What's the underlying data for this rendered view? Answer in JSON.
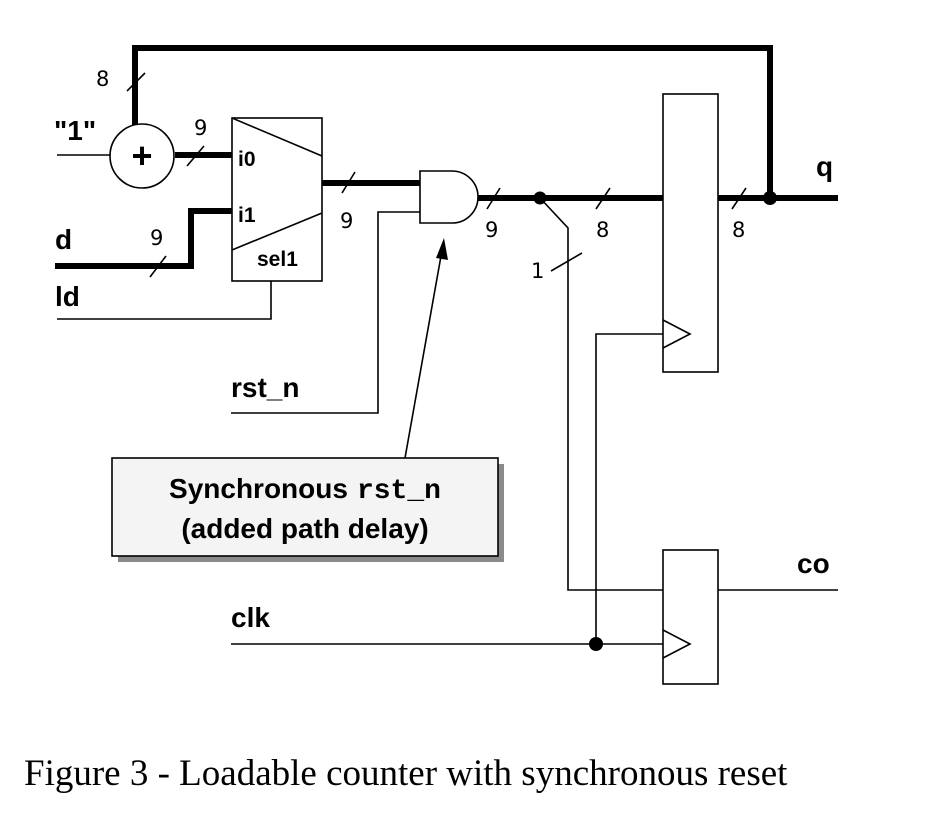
{
  "signals": {
    "const_one": "\"1\"",
    "d": "d",
    "ld": "ld",
    "rst_n": "rst_n",
    "clk": "clk",
    "q": "q",
    "co": "co"
  },
  "adder": {
    "symbol": "+"
  },
  "mux": {
    "in0": "i0",
    "in1": "i1",
    "select": "sel1"
  },
  "bus_widths": {
    "feedback": "8",
    "adder_out": "9",
    "d_in": "9",
    "mux_out": "9",
    "and_out": "9",
    "reg_in": "8",
    "q_out": "8",
    "carry": "1"
  },
  "callout": {
    "line1_text": "Synchronous",
    "line1_code": "rst_n",
    "line2": "(added path delay)"
  },
  "caption": "Figure 3 - Loadable counter with synchronous reset",
  "colors": {
    "ink": "#000000",
    "background": "#ffffff",
    "callout_fill": "#f4f4f4",
    "callout_shadow": "#8a8a8a"
  }
}
